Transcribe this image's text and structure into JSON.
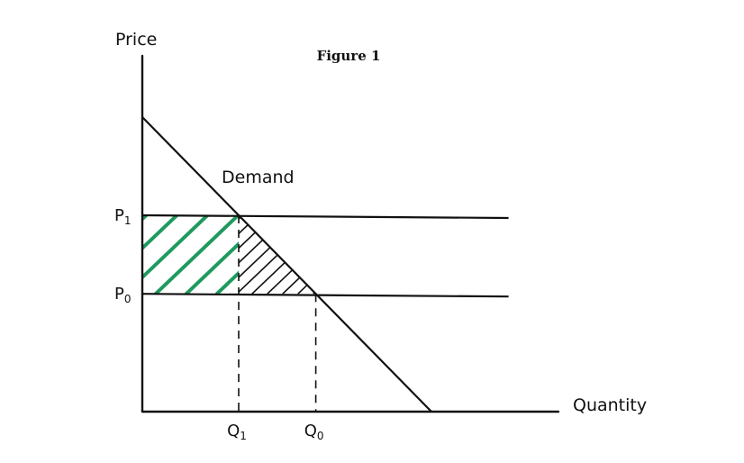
{
  "chart_data": {
    "type": "line",
    "title": "Figure 1",
    "xlabel": "Quantity",
    "ylabel": "Price",
    "x_tick_labels": [
      {
        "name": "Q1",
        "main": "Q",
        "sub": "1",
        "value": 1.0
      },
      {
        "name": "Q0",
        "main": "Q",
        "sub": "0",
        "value": 1.8
      }
    ],
    "y_tick_labels": [
      {
        "name": "P1",
        "main": "P",
        "sub": "1",
        "value": 2.0
      },
      {
        "name": "P0",
        "main": "P",
        "sub": "0",
        "value": 1.2
      }
    ],
    "xlim": [
      0,
      6
    ],
    "ylim": [
      0,
      4
    ],
    "series": [
      {
        "name": "Demand",
        "x": [
          0,
          3.0
        ],
        "y": [
          3.0,
          0
        ]
      }
    ],
    "horizontal_lines": [
      {
        "y": 2.0,
        "x_range": [
          0,
          3.8
        ]
      },
      {
        "y": 1.2,
        "x_range": [
          0,
          3.8
        ]
      }
    ],
    "vertical_dashed": [
      {
        "x": 1.0,
        "from_y": 0,
        "to_y": 2.0
      },
      {
        "x": 1.8,
        "from_y": 0,
        "to_y": 1.2
      }
    ],
    "shaded_regions": [
      {
        "style": "green-hatch",
        "color": "#1f9a5e",
        "polygon": [
          [
            0,
            1.2
          ],
          [
            1.0,
            1.2
          ],
          [
            1.0,
            2.0
          ],
          [
            0,
            2.0
          ]
        ]
      },
      {
        "style": "black-hatch",
        "color": "#111111",
        "polygon": [
          [
            1.0,
            1.2
          ],
          [
            1.8,
            1.2
          ],
          [
            1.0,
            2.0
          ]
        ]
      }
    ],
    "grid": false,
    "legend": "none"
  }
}
